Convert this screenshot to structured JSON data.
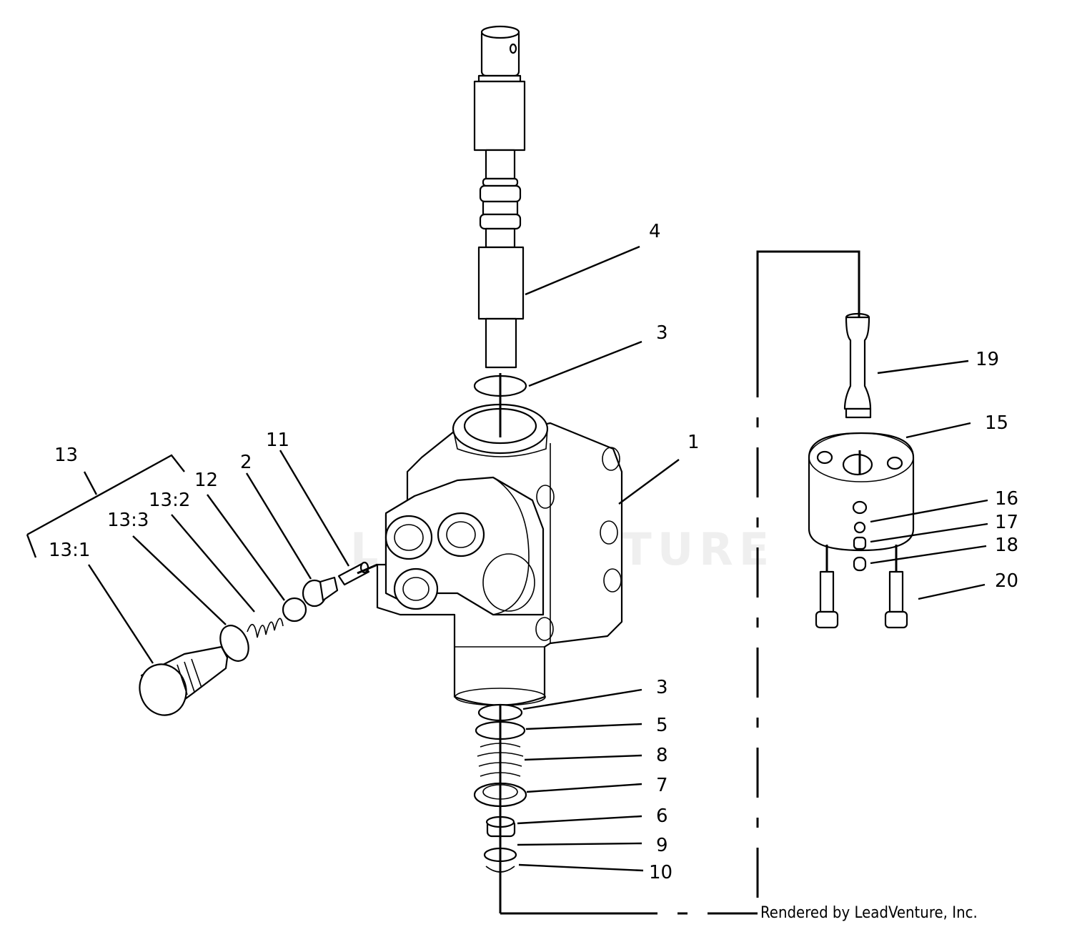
{
  "callouts": [
    {
      "id": "4",
      "text": "4"
    },
    {
      "id": "3a",
      "text": "3"
    },
    {
      "id": "19",
      "text": "19"
    },
    {
      "id": "15",
      "text": "15"
    },
    {
      "id": "1",
      "text": "1"
    },
    {
      "id": "16",
      "text": "16"
    },
    {
      "id": "17",
      "text": "17"
    },
    {
      "id": "18",
      "text": "18"
    },
    {
      "id": "20",
      "text": "20"
    },
    {
      "id": "13",
      "text": "13"
    },
    {
      "id": "12",
      "text": "12"
    },
    {
      "id": "13-2",
      "text": "13:2"
    },
    {
      "id": "13-3",
      "text": "13:3"
    },
    {
      "id": "13-1",
      "text": "13:1"
    },
    {
      "id": "2",
      "text": "2"
    },
    {
      "id": "11",
      "text": "11"
    },
    {
      "id": "3b",
      "text": "3"
    },
    {
      "id": "5",
      "text": "5"
    },
    {
      "id": "8",
      "text": "8"
    },
    {
      "id": "7",
      "text": "7"
    },
    {
      "id": "6",
      "text": "6"
    },
    {
      "id": "9",
      "text": "9"
    },
    {
      "id": "10",
      "text": "10"
    }
  ],
  "credit": "Rendered by LeadVenture, Inc.",
  "watermark": "LEADVENTURE"
}
